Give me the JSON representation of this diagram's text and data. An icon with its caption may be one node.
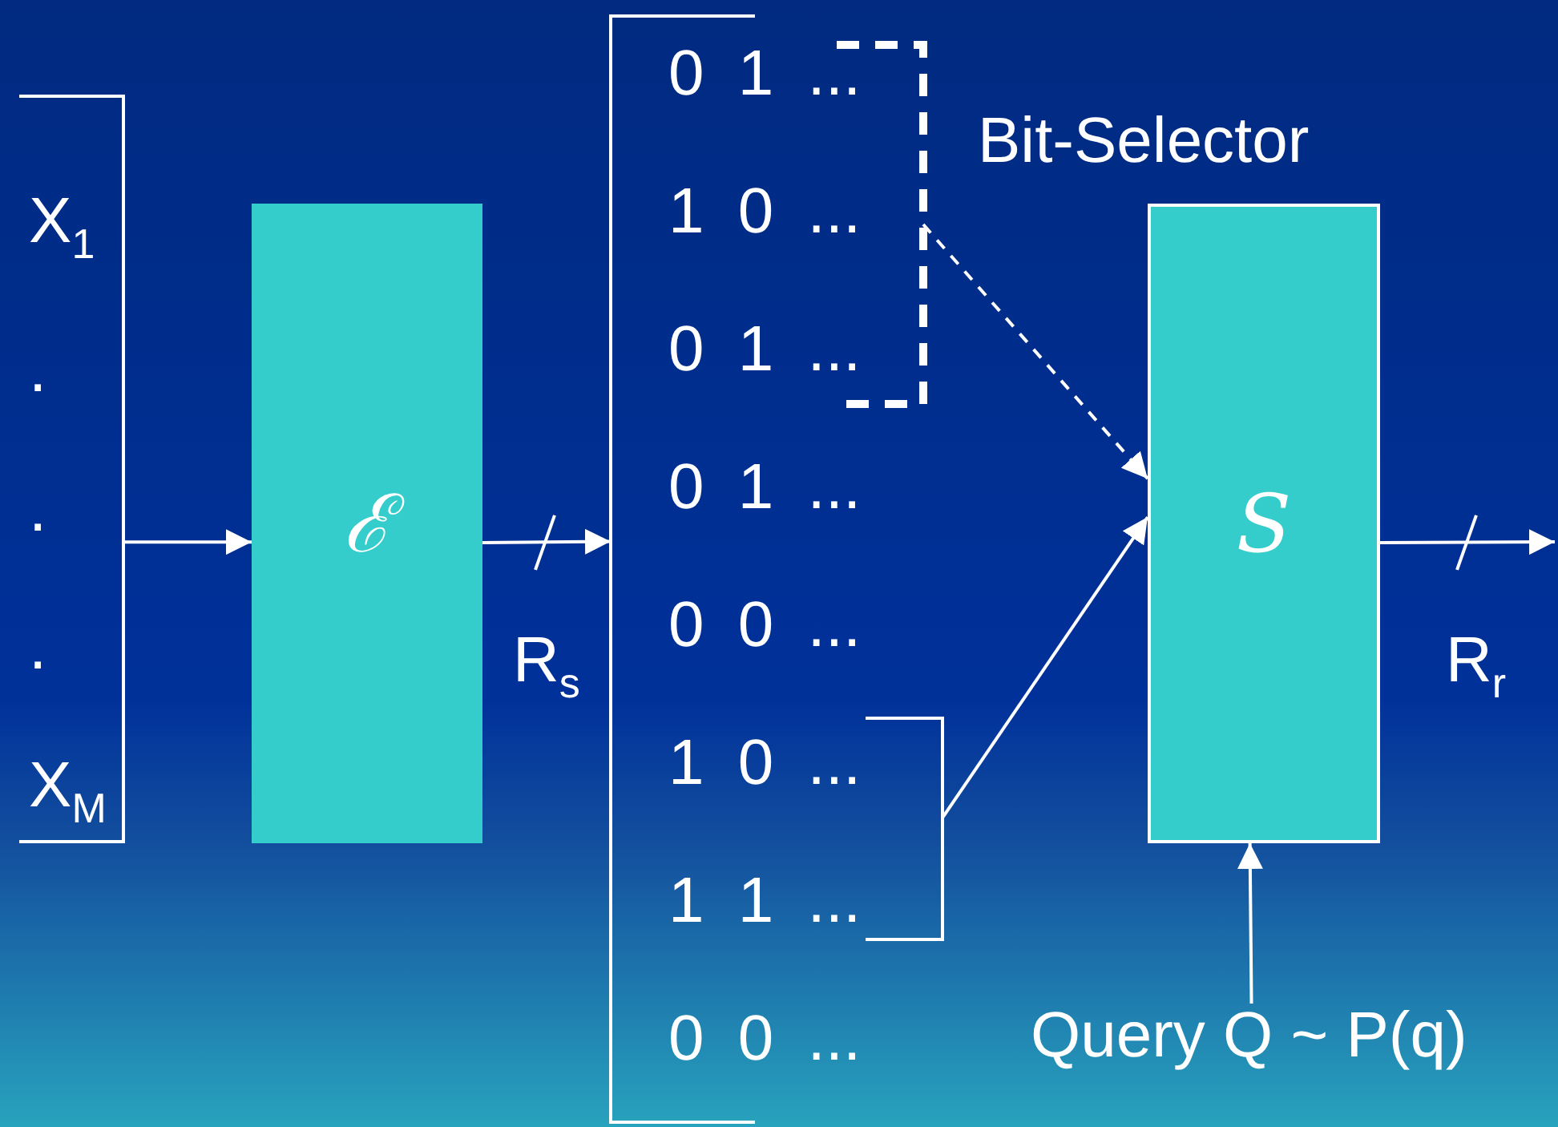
{
  "diagram": {
    "nodes": [
      {
        "text": [
          "X$_{1}$",
          ".",
          ".",
          ".",
          "X$_{M}$"
        ]
      },
      {
        "text": [
          "ℰ"
        ]
      },
      {
        "text": [
          "0 1 ...",
          "1 0 ...",
          "0 1 ...",
          "0 1 ...",
          "0 0 ...",
          "1 0 ...",
          "1 1 ...",
          "0 0 ..."
        ]
      },
      {
        "text": [],
        "shape": "bracket",
        "beside": [
          "Bit-Selector"
        ]
      },
      {
        "text": [],
        "shape": "bracket"
      },
      {
        "text": [
          "S"
        ]
      },
      {
        "text": [
          "Query Q ~ P(q)"
        ]
      }
    ],
    "edges": [
      {
        "from": 0,
        "to": 1,
        "arrow": "to"
      },
      {
        "from": 1,
        "to": 2,
        "arrow": "to",
        "label": "R$_{s}$"
      },
      {
        "from": 3,
        "to": 5,
        "arrow": "to",
        "style": "dashed"
      },
      {
        "from": 4,
        "to": 5,
        "arrow": "to"
      },
      {
        "from": 6,
        "to": 5,
        "arrow": "to"
      },
      {
        "from": 5,
        "to": null,
        "arrow": "to",
        "label": "R$_{r}$"
      }
    ]
  }
}
